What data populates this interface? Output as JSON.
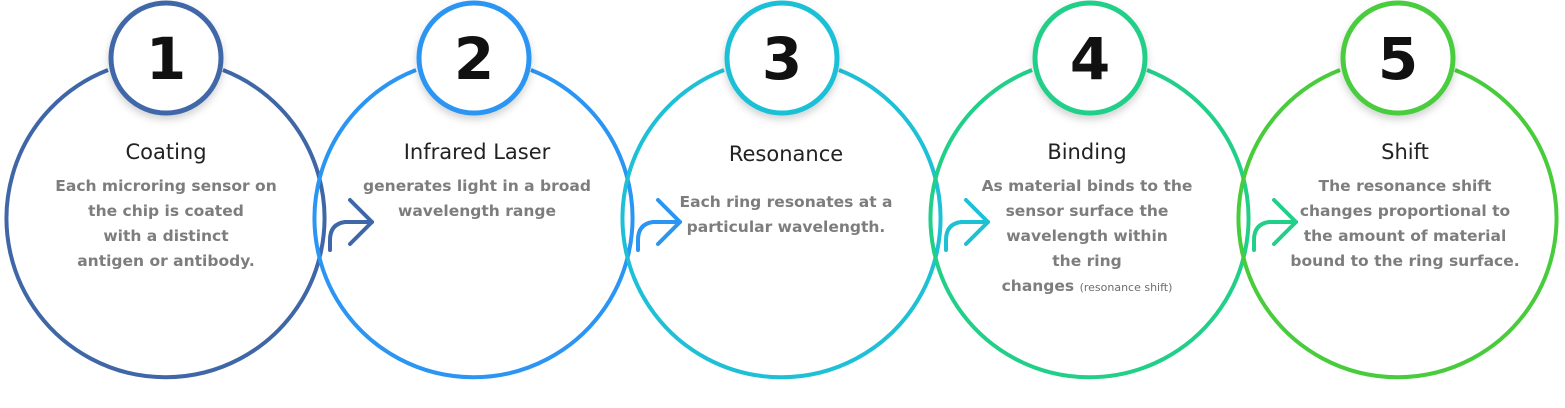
{
  "steps": [
    {
      "number": "1",
      "title": "Coating",
      "lines": [
        "Each microring sensor on",
        "the chip is coated",
        "with a distinct",
        "antigen or antibody."
      ],
      "color": "#3f67a8"
    },
    {
      "number": "2",
      "title": "Infrared Laser",
      "lines": [
        "generates light in a broad",
        "wavelength range"
      ],
      "color": "#2a95f2"
    },
    {
      "number": "3",
      "title": "Resonance",
      "lines": [
        "Each ring resonates at a",
        "particular wavelength."
      ],
      "color": "#1ec0d6"
    },
    {
      "number": "4",
      "title": "Binding",
      "lines": [
        "As material binds to  the",
        "sensor surface the",
        "wavelength within",
        "the ring"
      ],
      "last_line": "changes",
      "last_line_small": "(resonance shift)",
      "color": "#22cf88"
    },
    {
      "number": "5",
      "title": "Shift",
      "lines": [
        "The resonance shift",
        "changes proportional to",
        "the amount of material",
        "bound to the ring surface."
      ],
      "color": "#49cc3c"
    }
  ]
}
